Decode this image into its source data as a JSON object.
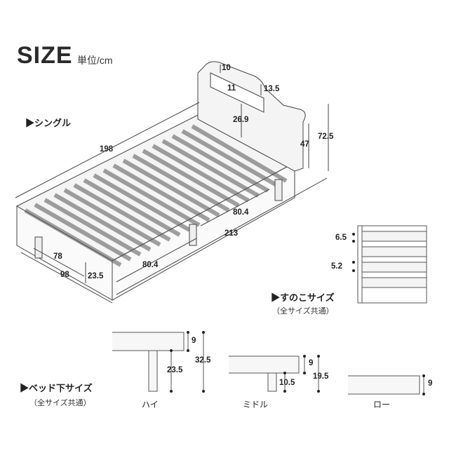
{
  "header": {
    "title": "SIZE",
    "unit": "単位/cm"
  },
  "single": {
    "label": "▶シングル",
    "dims": {
      "length": "198",
      "width": "98",
      "inner_width": "78",
      "frame_height": "23.5",
      "side_width": "80.4",
      "side_width2": "80.4",
      "total_length": "213",
      "headboard_height": "72.5",
      "headboard_upper": "47",
      "shelf_height": "26.9",
      "shelf_top": "10",
      "shelf_depth": "11",
      "shelf_width": "13.5"
    }
  },
  "slats": {
    "title": "▶すのこサイズ",
    "sub": "（全サイズ共通）",
    "gap": "6.5",
    "width": "5.2"
  },
  "under_bed": {
    "title": "▶ベッド下サイズ",
    "sub": "（全サイズ共通）",
    "high": {
      "name": "ハイ",
      "frame": "9",
      "clearance": "23.5",
      "total": "32.5"
    },
    "middle": {
      "name": "ミドル",
      "frame": "9",
      "clearance": "10.5",
      "total": "19.5"
    },
    "low": {
      "name": "ロー",
      "frame": "9"
    }
  }
}
